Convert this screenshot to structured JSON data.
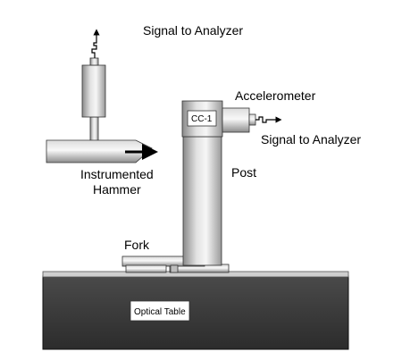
{
  "labels": {
    "signal_top": "Signal to Analyzer",
    "accelerometer": "Accelerometer",
    "signal_right": "Signal to Analyzer",
    "sensor_tag": "CC-1",
    "post": "Post",
    "hammer_line1": "Instrumented",
    "hammer_line2": "Hammer",
    "fork": "Fork",
    "table": "Optical Table"
  },
  "colors": {
    "table_dark": "#3a3a3a",
    "metal_light": "#eeeeee",
    "metal_mid": "#b4b4b4",
    "metal_dark": "#6e6e6e",
    "outline": "#222222"
  }
}
